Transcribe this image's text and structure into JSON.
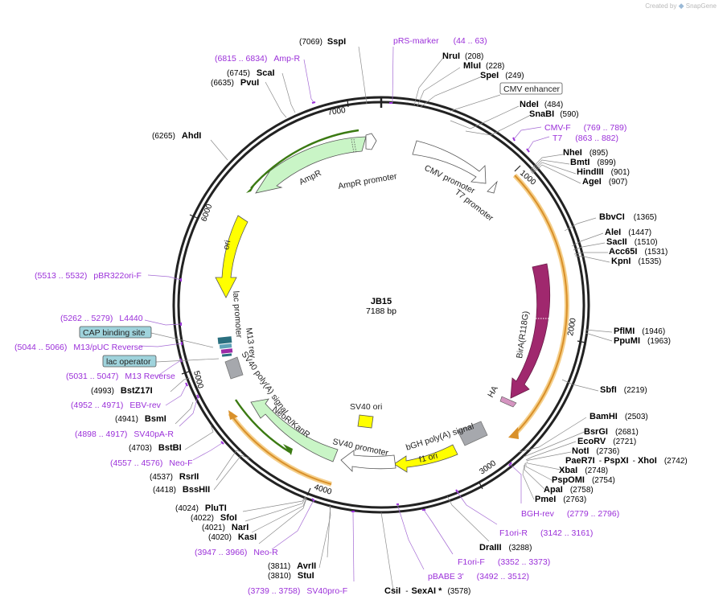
{
  "watermark": {
    "prefix": "Created by",
    "brand": "SnapGene"
  },
  "plasmid": {
    "name": "JB15",
    "length_label": "7188 bp",
    "length": 7188
  },
  "ticks": [
    "1000",
    "2000",
    "3000",
    "4000",
    "5000",
    "6000",
    "7000"
  ],
  "sites": [
    {
      "name": "SspI",
      "pos": "(7069)"
    },
    {
      "name": "NruI",
      "pos": "(208)"
    },
    {
      "name": "MluI",
      "pos": "(228)"
    },
    {
      "name": "SpeI",
      "pos": "(249)"
    },
    {
      "name": "NdeI",
      "pos": "(484)"
    },
    {
      "name": "SnaBI",
      "pos": "(590)"
    },
    {
      "name": "NheI",
      "pos": "(895)"
    },
    {
      "name": "BmtI",
      "pos": "(899)"
    },
    {
      "name": "HindIII",
      "pos": "(901)"
    },
    {
      "name": "AgeI",
      "pos": "(907)"
    },
    {
      "name": "BbvCI",
      "pos": "(1365)"
    },
    {
      "name": "AleI",
      "pos": "(1447)"
    },
    {
      "name": "SacII",
      "pos": "(1510)"
    },
    {
      "name": "Acc65I",
      "pos": "(1531)"
    },
    {
      "name": "KpnI",
      "pos": "(1535)"
    },
    {
      "name": "PflMI",
      "pos": "(1946)"
    },
    {
      "name": "PpuMI",
      "pos": "(1963)"
    },
    {
      "name": "SbfI",
      "pos": "(2219)"
    },
    {
      "name": "BamHI",
      "pos": "(2503)"
    },
    {
      "name": "BsrGI",
      "pos": "(2681)"
    },
    {
      "name": "EcoRV",
      "pos": "(2721)"
    },
    {
      "name": "NotI",
      "pos": "(2736)"
    },
    {
      "name": "XbaI",
      "pos": "(2748)"
    },
    {
      "name": "PspOMI",
      "pos": "(2754)"
    },
    {
      "name": "ApaI",
      "pos": "(2758)"
    },
    {
      "name": "PmeI",
      "pos": "(2763)"
    },
    {
      "name": "DraIII",
      "pos": "(3288)"
    },
    {
      "name": "AvrII",
      "pos": "(3811)"
    },
    {
      "name": "StuI",
      "pos": "(3810)"
    },
    {
      "name": "KasI",
      "pos": "(4020)"
    },
    {
      "name": "NarI",
      "pos": "(4021)"
    },
    {
      "name": "SfoI",
      "pos": "(4022)"
    },
    {
      "name": "PluTI",
      "pos": "(4024)"
    },
    {
      "name": "BssHII",
      "pos": "(4418)"
    },
    {
      "name": "RsrII",
      "pos": "(4537)"
    },
    {
      "name": "BstBI",
      "pos": "(4703)"
    },
    {
      "name": "BsmI",
      "pos": "(4941)"
    },
    {
      "name": "BstZ17I",
      "pos": "(4993)"
    },
    {
      "name": "AhdI",
      "pos": "(6265)"
    },
    {
      "name": "PvuI",
      "pos": "(6635)"
    },
    {
      "name": "ScaI",
      "pos": "(6745)"
    }
  ],
  "multi_site": {
    "a": "PaeR7I",
    "sep1": "-",
    "b": "PspXI",
    "sep2": "-",
    "c": "XhoI",
    "pos": "(2742)"
  },
  "multi_site2": {
    "a": "CsiI",
    "sep": "-",
    "b": "SexAI *",
    "pos": "(3578)"
  },
  "primers": [
    {
      "name": "pRS-marker",
      "range": "(44 .. 63)"
    },
    {
      "name": "CMV-F",
      "range": "(769 .. 789)"
    },
    {
      "name": "T7",
      "range": "(863 .. 882)"
    },
    {
      "name": "BGH-rev",
      "range": "(2779 .. 2796)"
    },
    {
      "name": "F1ori-R",
      "range": "(3142 .. 3161)"
    },
    {
      "name": "F1ori-F",
      "range": "(3352 .. 3373)"
    },
    {
      "name": "pBABE 3'",
      "range": "(3492 .. 3512)"
    },
    {
      "name": "Neo-R",
      "range": "(3947 .. 3966)"
    },
    {
      "name": "SV40pro-F",
      "range": "(3739 .. 3758)"
    },
    {
      "name": "Neo-F",
      "range": "(4557 .. 4576)"
    },
    {
      "name": "SV40pA-R",
      "range": "(4898 .. 4917)"
    },
    {
      "name": "EBV-rev",
      "range": "(4952 .. 4971)"
    },
    {
      "name": "M13 Reverse",
      "range": "(5031 .. 5047)"
    },
    {
      "name": "M13/pUC Reverse",
      "range": "(5044 .. 5066)"
    },
    {
      "name": "L4440",
      "range": "(5262 .. 5279)"
    },
    {
      "name": "pBR322ori-F",
      "range": "(5513 .. 5532)"
    },
    {
      "name": "Amp-R",
      "range": "(6815 .. 6834)"
    }
  ],
  "boxed_labels": {
    "cmv": "CMV enhancer",
    "cap": "CAP binding site",
    "lac": "lac operator"
  },
  "features": {
    "ampr_promoter": "AmpR promoter",
    "ampr": "AmpR",
    "cmv_promoter": "CMV promoter",
    "t7_promoter": "T7 promoter",
    "ori": "ori",
    "lac_promoter": "lac promoter",
    "m13_rev": "M13 rev",
    "sv40_polya": "SV40 poly(A) signal",
    "bira": "BirA(R118G)",
    "ha": "HA",
    "bgh": "bGH poly(A) signal",
    "f1ori": "f1 ori",
    "sv40_promoter": "SV40 promoter",
    "neor": "NeoR/KanR",
    "sv40_ori": "SV40 ori"
  },
  "colors": {
    "primer": "#9b30d9",
    "ampr": "#c9f5c6",
    "ori": "#ffff00",
    "bira": "#a0286e",
    "bgh": "#a6a8ad",
    "orange": "#d9902a"
  }
}
